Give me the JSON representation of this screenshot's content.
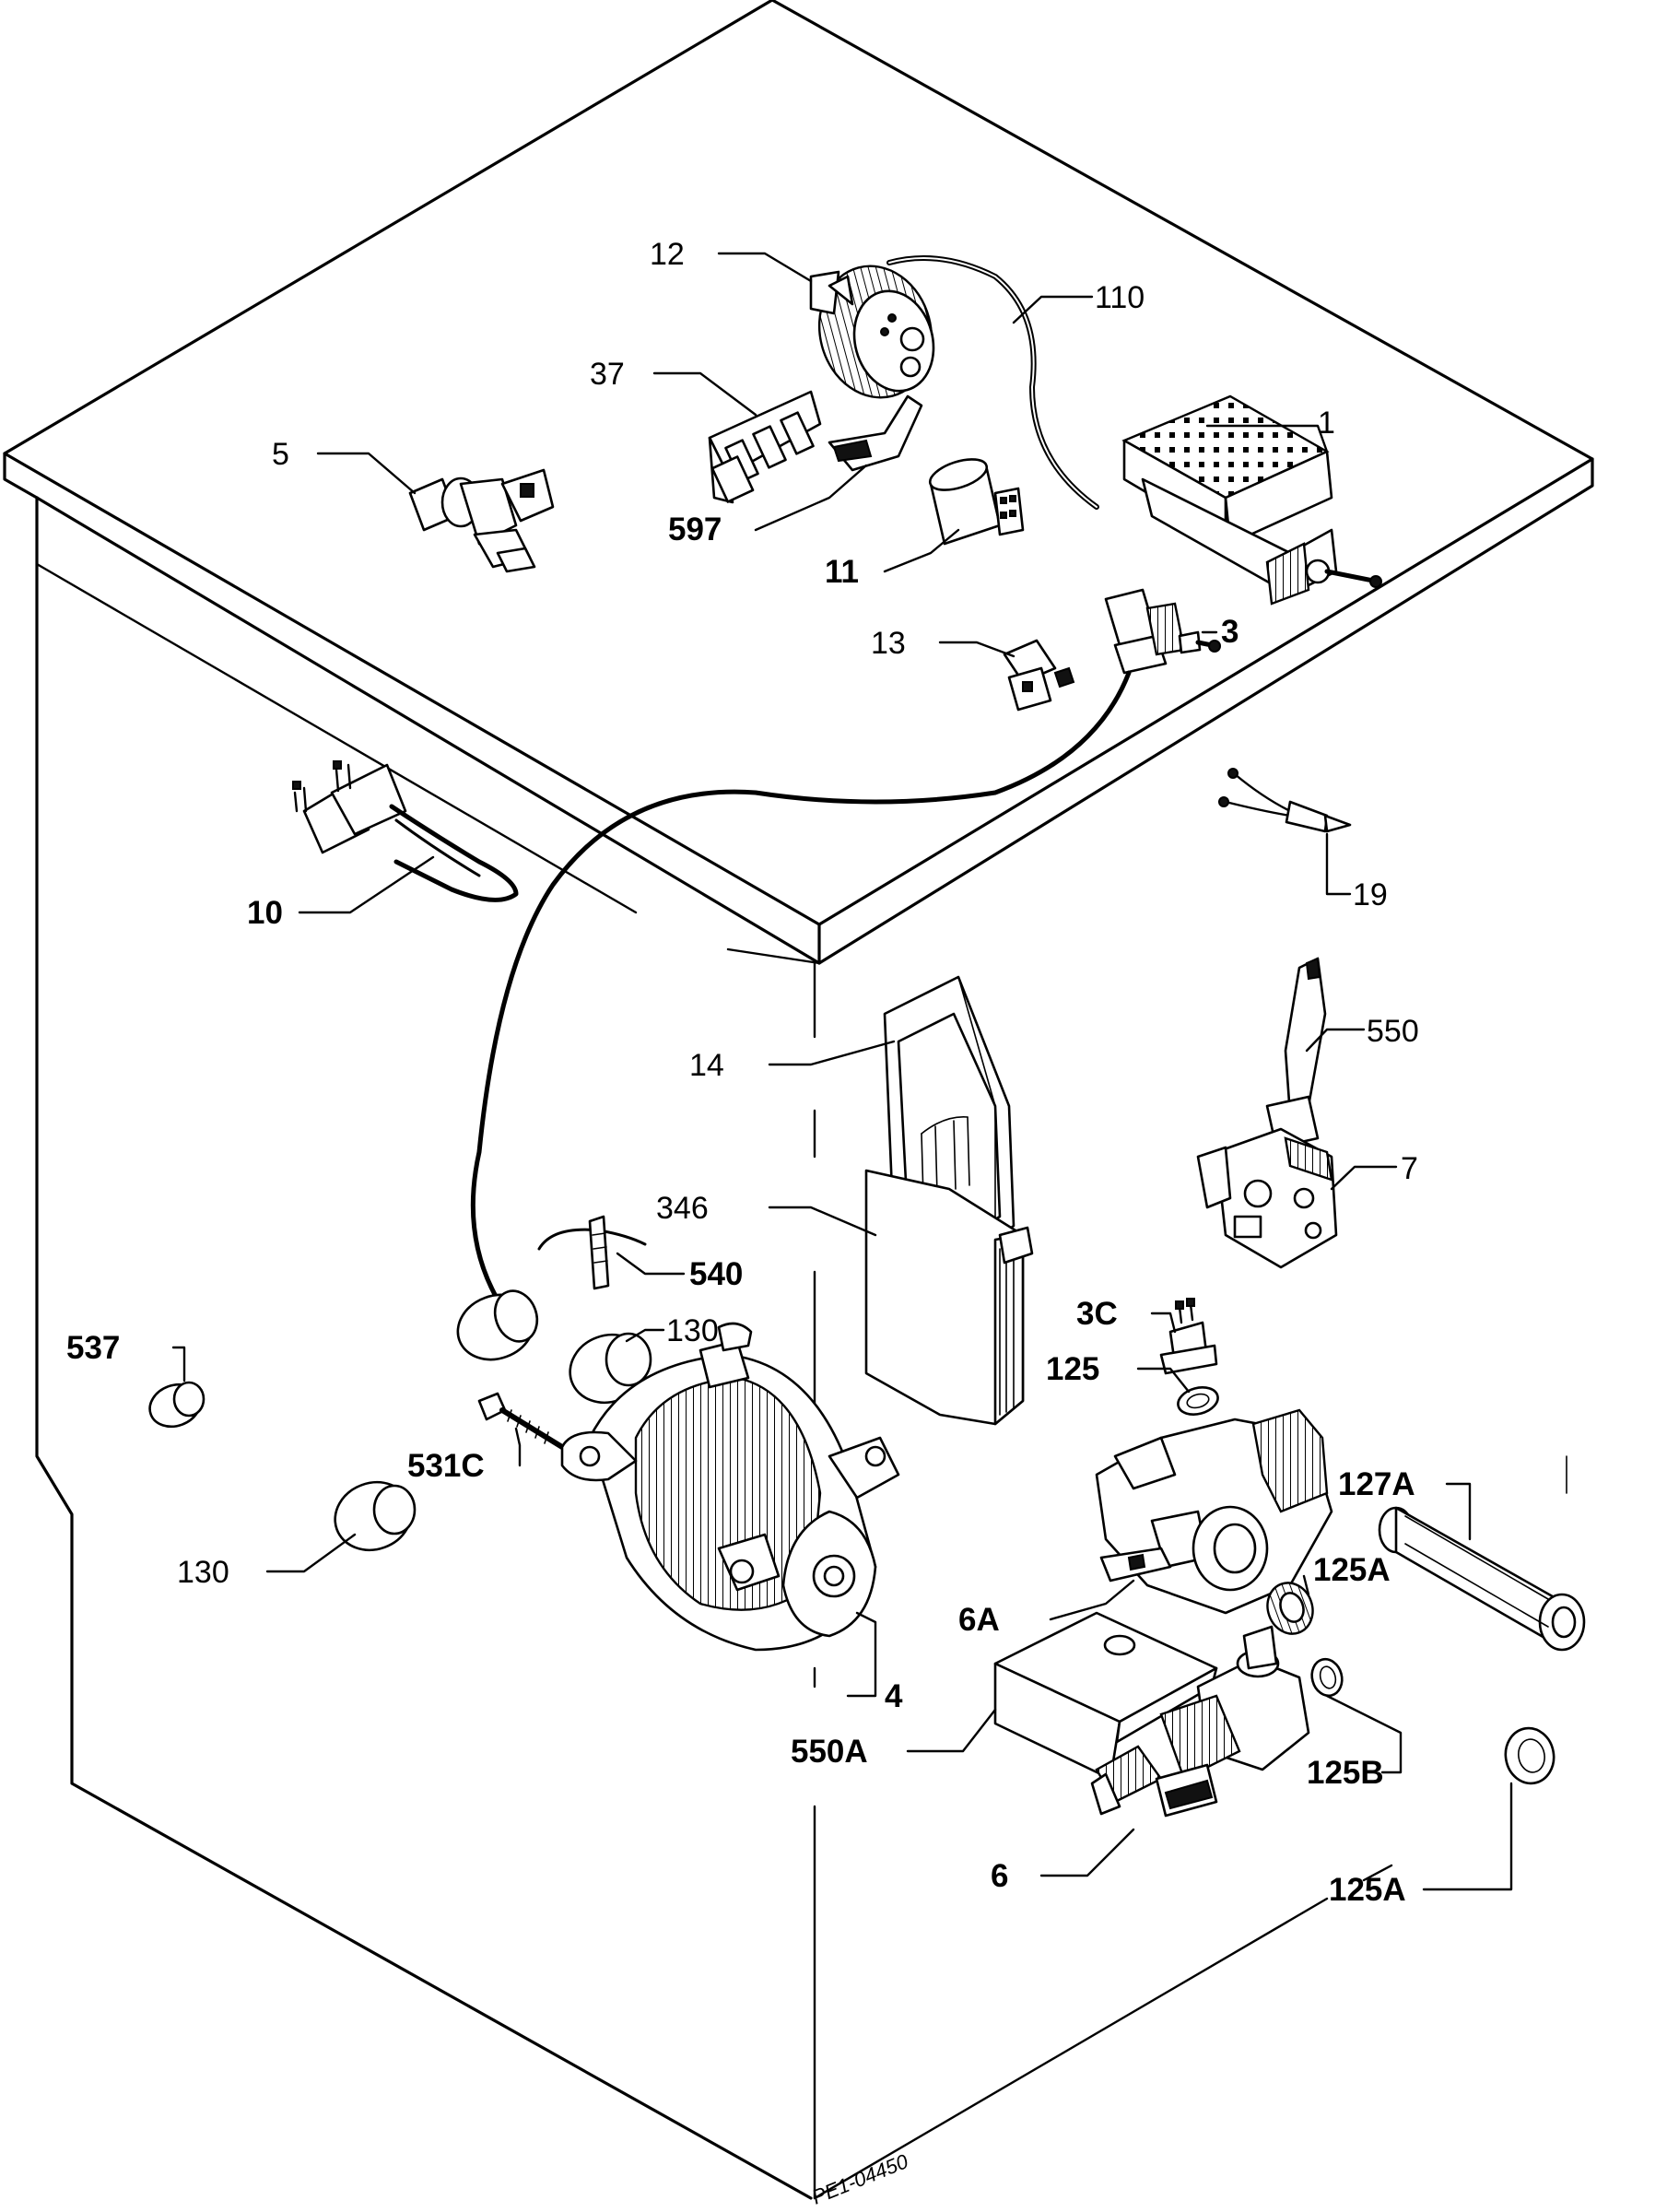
{
  "diagram": {
    "reference": "PE1-04450",
    "labels": {
      "l1": "1",
      "l3": "3",
      "l3c": "3C",
      "l4": "4",
      "l5": "5",
      "l6": "6",
      "l6a": "6A",
      "l7": "7",
      "l10": "10",
      "l11": "11",
      "l12": "12",
      "l13": "13",
      "l14": "14",
      "l19": "19",
      "l37": "37",
      "l110": "110",
      "l125": "125",
      "l125a_1": "125A",
      "l125a_2": "125A",
      "l125b": "125B",
      "l127a": "127A",
      "l130_1": "130",
      "l130_2": "130",
      "l346": "346",
      "l531c": "531C",
      "l537": "537",
      "l540": "540",
      "l550": "550",
      "l550a": "550A",
      "l597": "597"
    }
  }
}
